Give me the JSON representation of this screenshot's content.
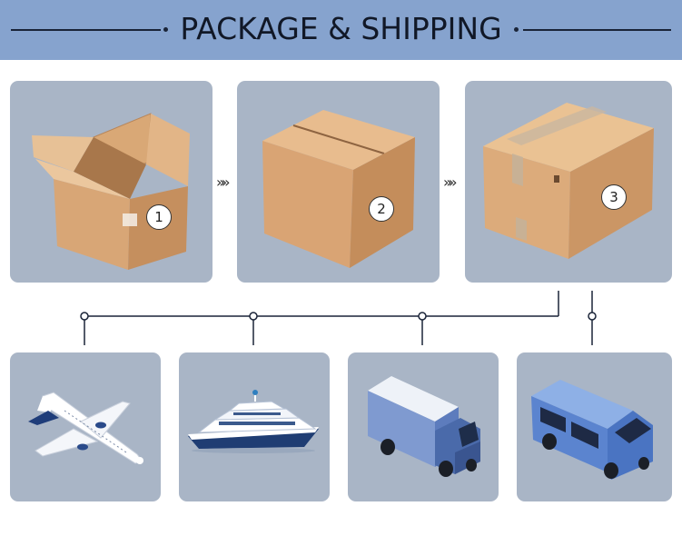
{
  "header": {
    "title": "PACKAGE & SHIPPING"
  },
  "steps": [
    {
      "number": "1"
    },
    {
      "number": "2"
    },
    {
      "number": "3"
    }
  ],
  "arrows": {
    "symbol": "»»"
  },
  "colors": {
    "header_bg": "#86a3ce",
    "panel_bg": "#a9b5c6",
    "box_light": "#e0b48a",
    "box_dark": "#c9976a",
    "line": "#1a2438"
  },
  "transports": [
    {
      "icon": "airplane-icon"
    },
    {
      "icon": "yacht-icon"
    },
    {
      "icon": "truck-icon"
    },
    {
      "icon": "van-icon"
    }
  ]
}
